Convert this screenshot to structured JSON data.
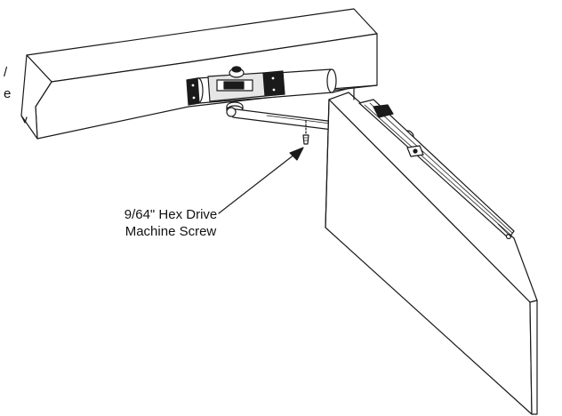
{
  "callout": {
    "line1": "9/64\" Hex Drive",
    "line2": "Machine Screw"
  },
  "edge_text": {
    "upper": "/",
    "lower": "e"
  }
}
